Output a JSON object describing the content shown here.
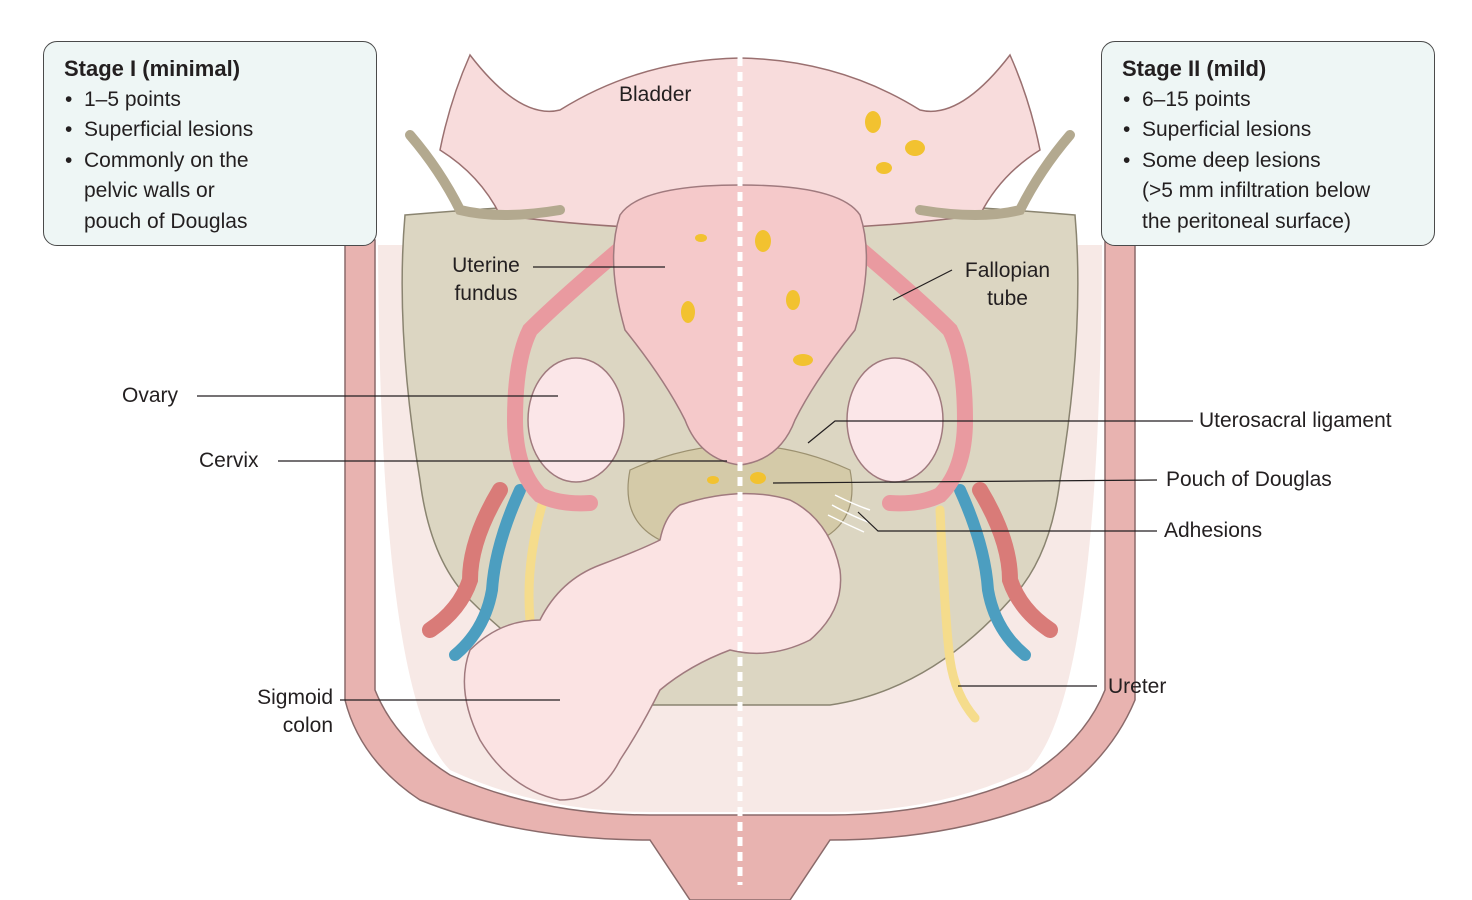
{
  "stage_left": {
    "title": "Stage I (minimal)",
    "bullets": [
      "1–5 points",
      "Superficial lesions",
      "Commonly on the pelvic walls or pouch of Douglas"
    ],
    "bullet_lines": [
      [
        "1–5 points"
      ],
      [
        "Superficial lesions"
      ],
      [
        "Commonly on the",
        "pelvic walls or",
        "pouch of Douglas"
      ]
    ]
  },
  "stage_right": {
    "title": "Stage II (mild)",
    "bullets": [
      "6–15 points",
      "Superficial lesions",
      "Some deep lesions (>5 mm infiltration below the peritoneal surface)"
    ],
    "bullet_lines": [
      [
        "6–15 points"
      ],
      [
        "Superficial lesions"
      ],
      [
        "Some deep lesions",
        "(>5 mm infiltration below",
        "the peritoneal surface)"
      ]
    ]
  },
  "labels": {
    "bladder": "Bladder",
    "uterine_fundus": [
      "Uterine",
      "fundus"
    ],
    "fallopian_tube": [
      "Fallopian",
      "tube"
    ],
    "ovary": "Ovary",
    "cervix": "Cervix",
    "uterosacral_ligament": "Uterosacral ligament",
    "pouch_of_douglas": "Pouch of Douglas",
    "adhesions": "Adhesions",
    "sigmoid_colon": [
      "Sigmoid",
      "colon"
    ],
    "ureter": "Ureter"
  },
  "colors": {
    "pelvic_wall": "#e8b3b0",
    "peritoneum": "#dcd6c2",
    "uterus": "#f5c9ca",
    "bladder": "#f8dcdc",
    "lesion": "#f2c230",
    "artery": "#d97b78",
    "vein": "#4c9ec0",
    "ureter": "#f5dc8c",
    "box_fill": "#eef6f5"
  }
}
